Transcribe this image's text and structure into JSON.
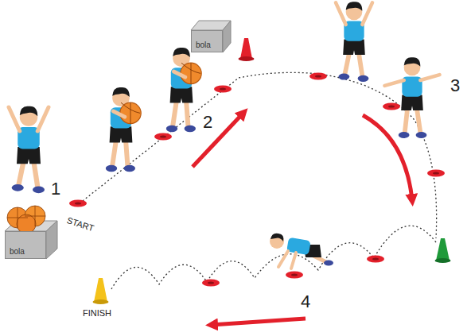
{
  "diagram": {
    "nodes": [
      {
        "text": [
          "bola"
        ]
      },
      {
        "text": [
          "bola"
        ]
      }
    ],
    "labels": [
      "1",
      "2",
      "3",
      "4",
      "START",
      "FINISH"
    ]
  }
}
